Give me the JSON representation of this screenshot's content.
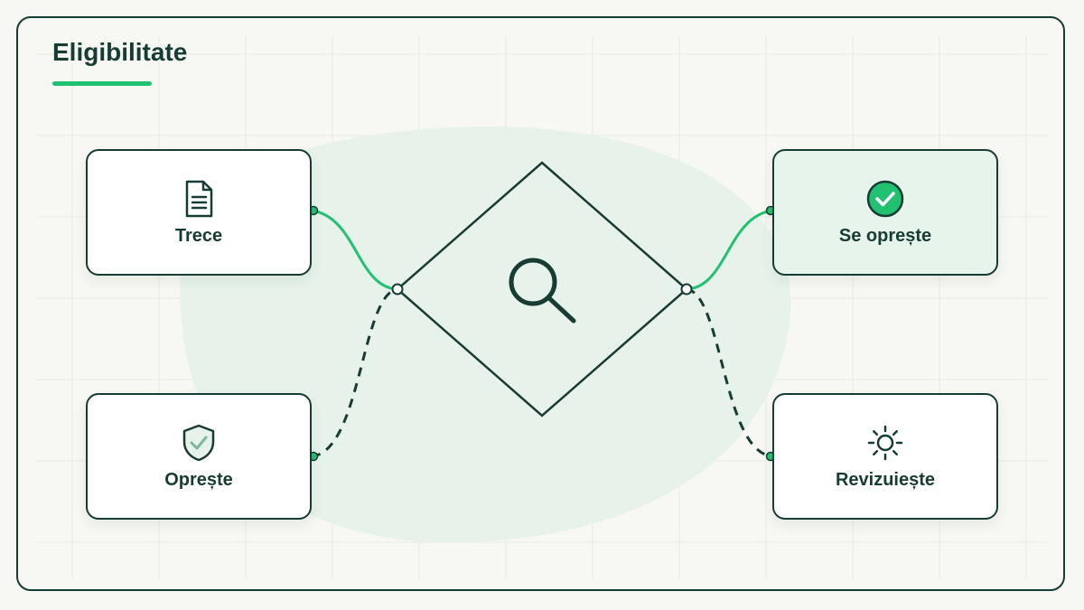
{
  "diagram": {
    "title": "Eligibilitate",
    "accent_color": "#22c172",
    "ink_color": "#173c33",
    "center": {
      "icon": "search-icon"
    },
    "nodes": [
      {
        "id": "tl",
        "label": "Trece",
        "icon": "document-icon"
      },
      {
        "id": "bl",
        "label": "Oprește",
        "icon": "shield-check-icon"
      },
      {
        "id": "tr",
        "label": "Se oprește",
        "icon": "check-circle-icon",
        "highlighted": true
      },
      {
        "id": "br",
        "label": "Revizuiește",
        "icon": "sun-icon"
      }
    ],
    "connectors": [
      {
        "from": "tl",
        "to": "center",
        "style": "solid-green"
      },
      {
        "from": "bl",
        "to": "center",
        "style": "dashed"
      },
      {
        "from": "center",
        "to": "tr",
        "style": "solid-green"
      },
      {
        "from": "center",
        "to": "br",
        "style": "dashed"
      }
    ]
  }
}
